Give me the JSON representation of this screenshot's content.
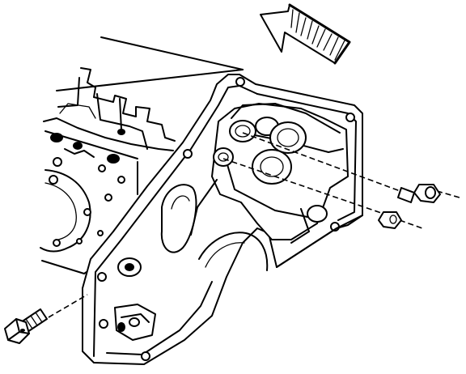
{
  "diagram": {
    "colors": {
      "line": "#000000",
      "background": "#ffffff"
    },
    "parts": [
      "engine-block",
      "front-cover",
      "direction-arrow",
      "side-bolt",
      "upper-dowel-sleeve",
      "lower-dowel-sleeve"
    ],
    "icons": {
      "direction": "arrow-up-left-icon"
    }
  }
}
